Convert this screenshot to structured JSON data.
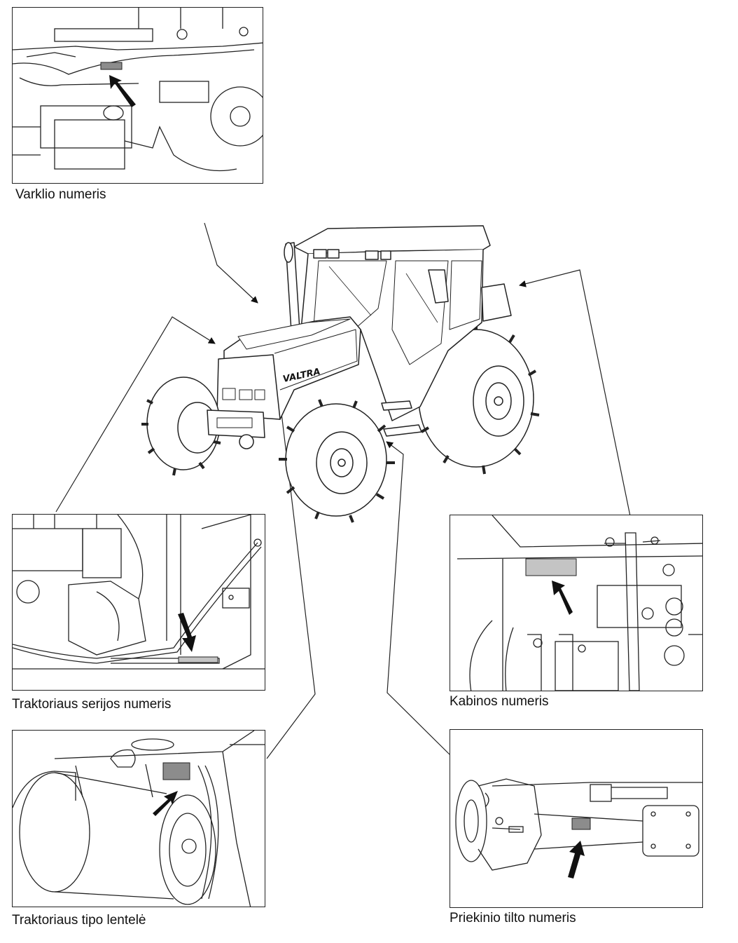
{
  "captions": {
    "engine": "Varklio numeris",
    "serial": "Traktoriaus serijos numeris",
    "cab": "Kabinos numeris",
    "plate": "Traktoriaus tipo lentelė",
    "axle": "Priekinio tilto numeris"
  },
  "tractor": {
    "brand": "VALTRA"
  },
  "colors": {
    "line": "#222222",
    "label_plate": "#8c8c8c",
    "label_plate_light": "#c4c4c4",
    "arrow": "#111111"
  }
}
